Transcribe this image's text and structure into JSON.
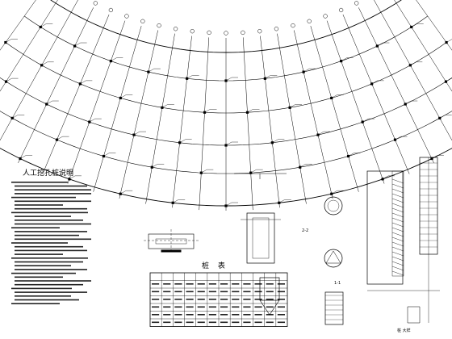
{
  "notes": {
    "title": "人工挖孔桩说明"
  },
  "pile_table": {
    "title": "桩  表"
  },
  "details": {
    "section_label_1": "1-1",
    "section_label_2": "2-2",
    "bottom_right_label": "桩 大样"
  }
}
